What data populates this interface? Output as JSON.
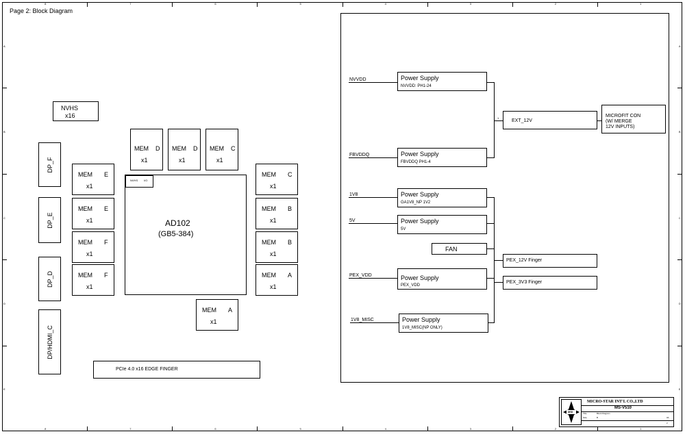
{
  "page_title": "Page 2: Block Diagram",
  "gpu": {
    "name": "AD102",
    "sub": "(GB5-384)",
    "corner_left": "NVHS",
    "corner_right": "I/O"
  },
  "nvhs": {
    "name": "NVHS",
    "count": "x16"
  },
  "dp_ports": [
    "DP_F",
    "DP_E",
    "DP_D",
    "DP/HDMI_C"
  ],
  "memory": [
    {
      "name": "MEM",
      "id": "D",
      "count": "x1"
    },
    {
      "name": "MEM",
      "id": "D",
      "count": "x1"
    },
    {
      "name": "MEM",
      "id": "C",
      "count": "x1"
    },
    {
      "name": "MEM",
      "id": "E",
      "count": "x1"
    },
    {
      "name": "MEM",
      "id": "E",
      "count": "x1"
    },
    {
      "name": "MEM",
      "id": "F",
      "count": "x1"
    },
    {
      "name": "MEM",
      "id": "F",
      "count": "x1"
    },
    {
      "name": "MEM",
      "id": "C",
      "count": "x1"
    },
    {
      "name": "MEM",
      "id": "B",
      "count": "x1"
    },
    {
      "name": "MEM",
      "id": "B",
      "count": "x1"
    },
    {
      "name": "MEM",
      "id": "A",
      "count": "x1"
    },
    {
      "name": "MEM",
      "id": "A",
      "count": "x1"
    }
  ],
  "pcie": "PCIe 4.0 x16 EDGE FINGER",
  "power": {
    "rails": [
      {
        "net": "NVVDD",
        "title": "Power Supply",
        "detail": "NVVDD: PH1-24"
      },
      {
        "net": "FBVDDQ",
        "title": "Power Supply",
        "detail": "FBVDDQ PH1-4"
      },
      {
        "net": "1V8",
        "title": "Power Supply",
        "detail": "GA1V8_NP 1V2"
      },
      {
        "net": "5V",
        "title": "Power Supply",
        "detail": "5V"
      },
      {
        "net": "PEX_VDD",
        "title": "Power Supply",
        "detail": "PEX_VDD"
      },
      {
        "net": "1V8_MISC",
        "title": "Power Supply",
        "detail": "1V8_MISC(NP ONLY)"
      }
    ],
    "fan": "FAN",
    "ext": "EXT_12V",
    "connector": [
      "MICROFIT CON",
      "(W/ MERGE",
      "12V INPUTS)"
    ],
    "pex_12v": "PEX_12V Finger",
    "pex_3v3": "PEX_3V3 Finger",
    "small_label": "1"
  },
  "title_block": {
    "company": "MICRO-STAR INT'L CO.,LTD",
    "model": "MS-V510",
    "logo": "MSI",
    "row1_label": "Title",
    "row1_value": "Block Diagram",
    "row2_label": "Size",
    "row2_value": "B",
    "rev": "0A",
    "sheet": "2"
  },
  "zones_top": [
    "8",
    "7",
    "6",
    "5",
    "4",
    "3",
    "2",
    "1"
  ],
  "zones_side": [
    "A",
    "B",
    "C",
    "D",
    "E"
  ]
}
